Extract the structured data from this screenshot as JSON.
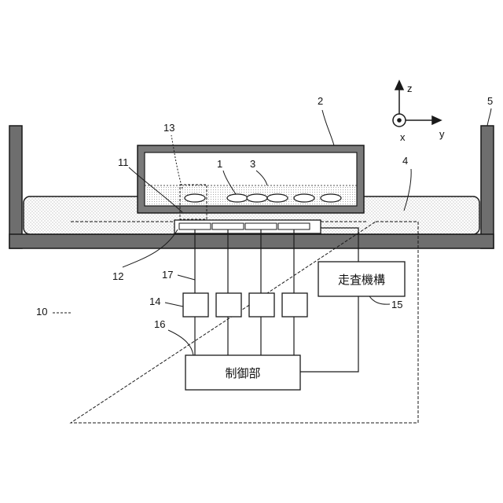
{
  "labels": {
    "cover": "2",
    "wall": "5",
    "liquid": "4",
    "cells": "1",
    "medium": "3",
    "window": "13",
    "probe": "11",
    "array": "12",
    "wiring": "17",
    "amplifier": "14",
    "signal_line": "16",
    "system": "10",
    "scanner_ref": "15"
  },
  "boxes": {
    "scanner": "走査機構",
    "controller": "制御部"
  },
  "axes": {
    "z": "z",
    "x": "x",
    "y": "y"
  },
  "colors": {
    "stroke": "#1a1a1a",
    "wall_fill": "#6e6e6e",
    "dots": "#8a8a8a"
  }
}
